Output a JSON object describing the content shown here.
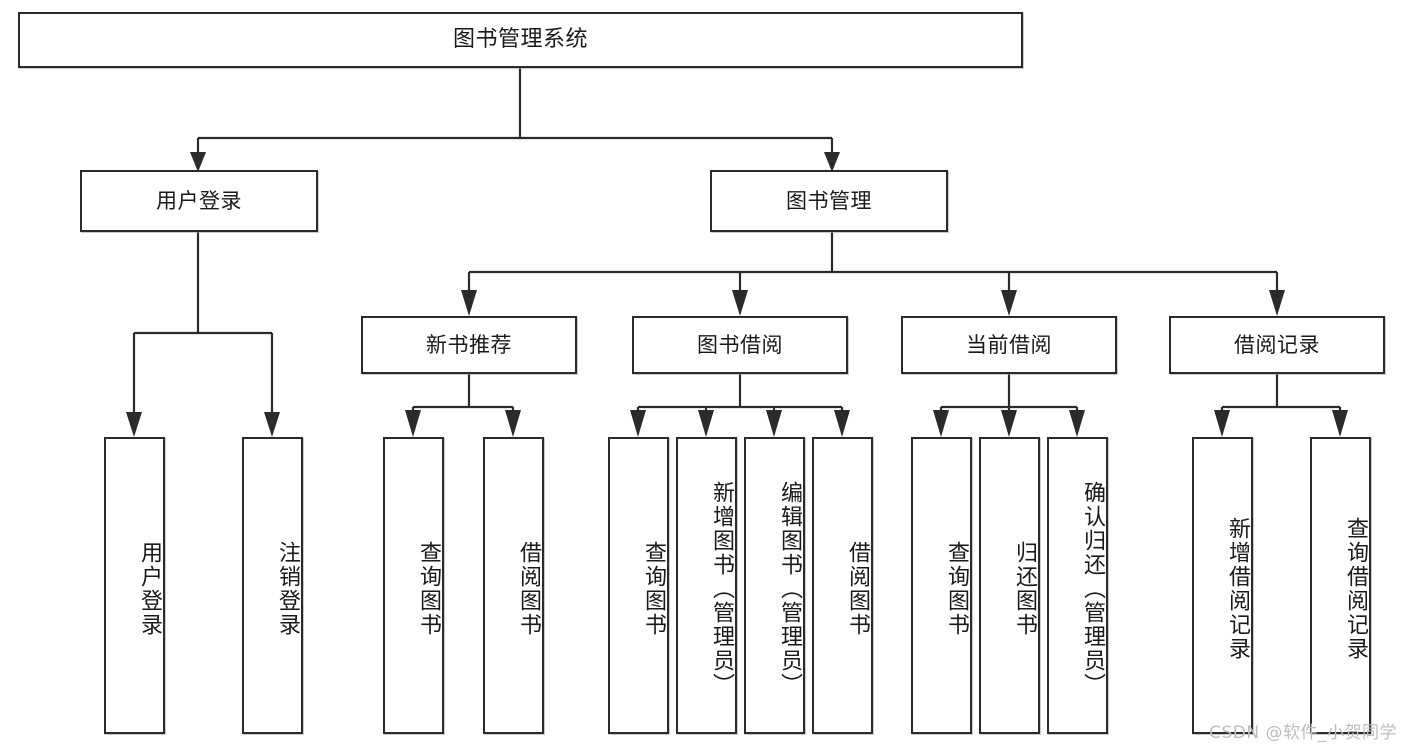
{
  "diagram": {
    "title": "图书管理系统",
    "type": "hierarchy-tree",
    "watermark": "CSDN @软件_小贺同学",
    "colors": {
      "stroke": "#2b2b2b",
      "fill": "#ffffff",
      "text": "#1a1a1a",
      "watermark": "#bdbdbd"
    },
    "root": {
      "label": "图书管理系统"
    },
    "level1": [
      {
        "label": "用户登录"
      },
      {
        "label": "图书管理"
      }
    ],
    "level2": [
      {
        "label": "新书推荐"
      },
      {
        "label": "图书借阅"
      },
      {
        "label": "当前借阅"
      },
      {
        "label": "借阅记录"
      }
    ],
    "leaves": {
      "user_login": [
        {
          "label": "用户登录"
        },
        {
          "label": "注销登录"
        }
      ],
      "new_book_recommend": [
        {
          "label": "查询图书"
        },
        {
          "label": "借阅图书"
        }
      ],
      "book_borrow": [
        {
          "label": "查询图书"
        },
        {
          "label": "新增图书（管理员）"
        },
        {
          "label": "编辑图书（管理员）"
        },
        {
          "label": "借阅图书"
        }
      ],
      "current_borrow": [
        {
          "label": "查询图书"
        },
        {
          "label": "归还图书"
        },
        {
          "label": "确认归还（管理员）"
        }
      ],
      "borrow_records": [
        {
          "label": "新增借阅记录"
        },
        {
          "label": "查询借阅记录"
        }
      ]
    }
  }
}
